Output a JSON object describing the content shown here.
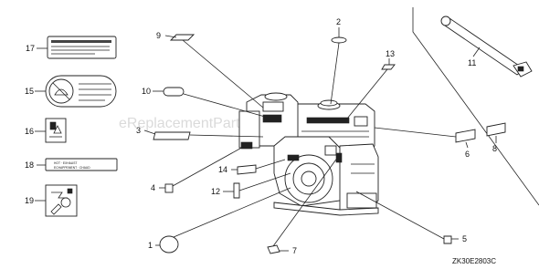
{
  "diagram": {
    "watermark": "eReplacementParts.com",
    "code": "ZK30E2803C",
    "callouts": [
      {
        "id": "1",
        "label": "1"
      },
      {
        "id": "2",
        "label": "2"
      },
      {
        "id": "3",
        "label": "3"
      },
      {
        "id": "4",
        "label": "4"
      },
      {
        "id": "5",
        "label": "5"
      },
      {
        "id": "6",
        "label": "6"
      },
      {
        "id": "7",
        "label": "7"
      },
      {
        "id": "8",
        "label": "8"
      },
      {
        "id": "9",
        "label": "9"
      },
      {
        "id": "10",
        "label": "10"
      },
      {
        "id": "11",
        "label": "11"
      },
      {
        "id": "12",
        "label": "12"
      },
      {
        "id": "13",
        "label": "13"
      },
      {
        "id": "14",
        "label": "14"
      },
      {
        "id": "15",
        "label": "15"
      },
      {
        "id": "16",
        "label": "16"
      },
      {
        "id": "17",
        "label": "17"
      },
      {
        "id": "18",
        "label": "18"
      },
      {
        "id": "19",
        "label": "19"
      }
    ],
    "label_18_line1": "HOT · EXHAUST",
    "label_18_line2": "ECHAPPEMENT · CHAUD"
  }
}
